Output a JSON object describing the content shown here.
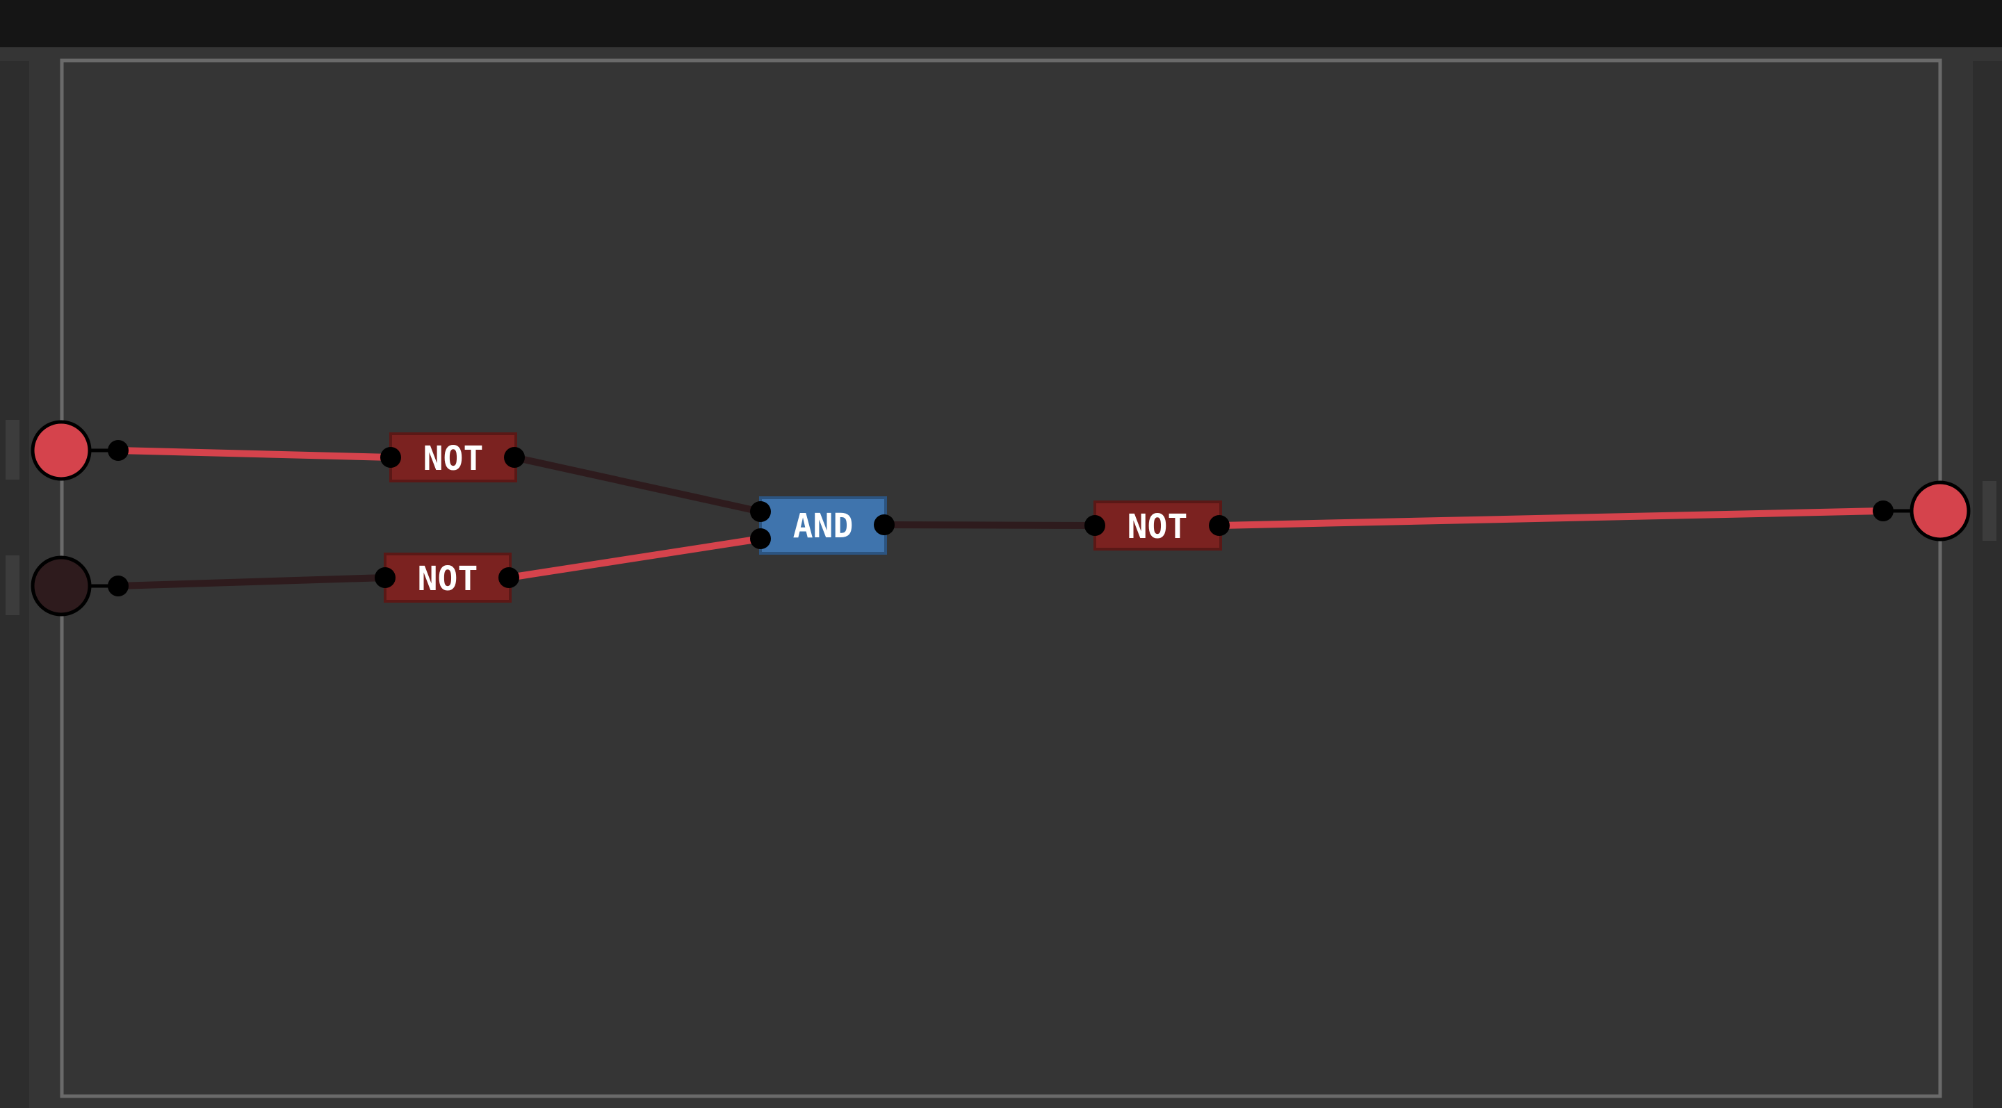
{
  "colors": {
    "background": "#353535",
    "topbar": "#151515",
    "board_border": "#6a6a6a",
    "wire_on": "#d5434c",
    "wire_off": "#2e1b1d",
    "not_gate": "#7b2220",
    "and_gate": "#3f74ad",
    "pin_dot": "#000000"
  },
  "inputs": [
    {
      "name": "input-1",
      "state": "on"
    },
    {
      "name": "input-2",
      "state": "off"
    }
  ],
  "outputs": [
    {
      "name": "output-1",
      "state": "on"
    }
  ],
  "gates": [
    {
      "id": "not-1",
      "type": "NOT",
      "label": "NOT"
    },
    {
      "id": "not-2",
      "type": "NOT",
      "label": "NOT"
    },
    {
      "id": "and-1",
      "type": "AND",
      "label": "AND"
    },
    {
      "id": "not-3",
      "type": "NOT",
      "label": "NOT"
    }
  ],
  "wires": [
    {
      "from": "input-1",
      "to": "not-1",
      "state": "on"
    },
    {
      "from": "input-2",
      "to": "not-2",
      "state": "off"
    },
    {
      "from": "not-1",
      "to": "and-1",
      "state": "off"
    },
    {
      "from": "not-2",
      "to": "and-1",
      "state": "on"
    },
    {
      "from": "and-1",
      "to": "not-3",
      "state": "off"
    },
    {
      "from": "not-3",
      "to": "output-1",
      "state": "on"
    }
  ]
}
